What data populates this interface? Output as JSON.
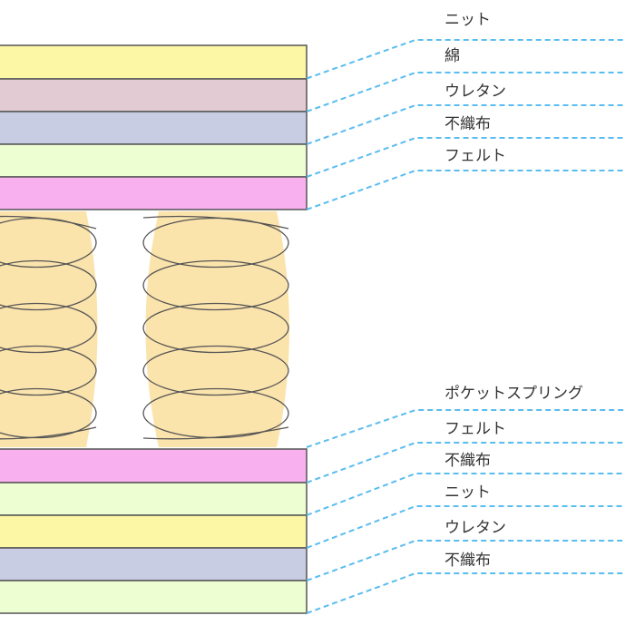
{
  "colors": {
    "yellow": "#fbf7a5",
    "mauve": "#e3cbd3",
    "lavender": "#c8cde3",
    "lightgreen": "#eefed3",
    "pink": "#f8b0ef",
    "spring_bg": "#fbe3ac",
    "coil": "#555555",
    "leader": "#59bdef",
    "outline": "#555555"
  },
  "layers_top": [
    {
      "name": "ニット",
      "color": "yellow"
    },
    {
      "name": "綿",
      "color": "mauve"
    },
    {
      "name": "ウレタン",
      "color": "lavender"
    },
    {
      "name": "不織布",
      "color": "lightgreen"
    },
    {
      "name": "フェルト",
      "color": "pink"
    }
  ],
  "spring_label": "ポケットスプリング",
  "layers_bottom": [
    {
      "name": "フェルト",
      "color": "pink"
    },
    {
      "name": "不織布",
      "color": "lightgreen"
    },
    {
      "name": "ニット",
      "color": "yellow"
    },
    {
      "name": "ウレタン",
      "color": "lavender"
    },
    {
      "name": "不織布",
      "color": "lightgreen"
    }
  ]
}
